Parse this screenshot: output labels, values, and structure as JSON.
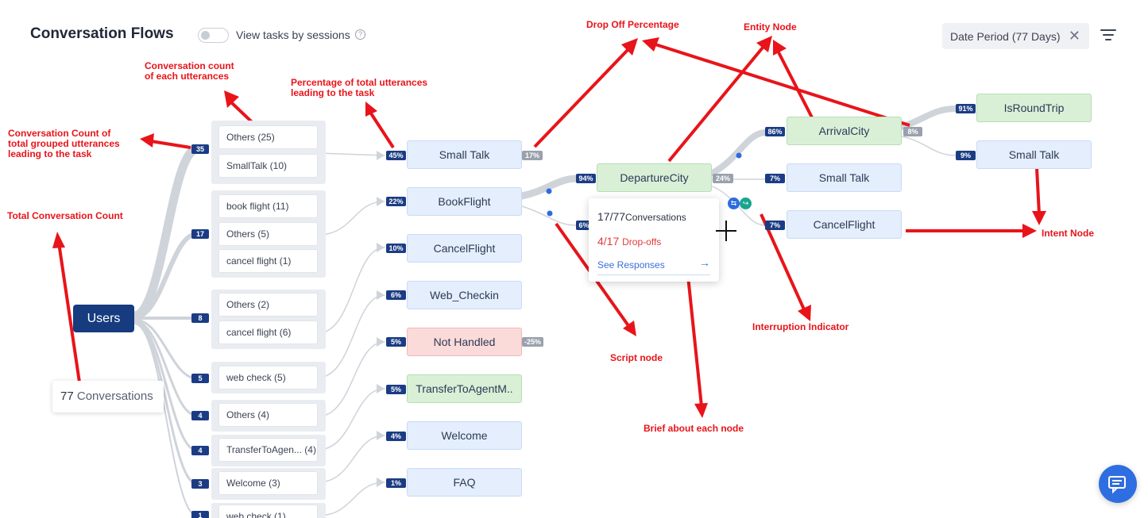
{
  "header": {
    "title": "Conversation Flows",
    "toggle_label": "View tasks by sessions",
    "help_glyph": "?",
    "date_filter": "Date Period (77 Days)",
    "close_glyph": "✕"
  },
  "users": {
    "label": "Users",
    "total_count": "77",
    "total_label": "Conversations"
  },
  "group_counts": [
    "35",
    "17",
    "8",
    "5",
    "4",
    "4",
    "3",
    "1"
  ],
  "utterances": [
    "Others (25)",
    "SmallTalk (10)",
    "book flight (11)",
    "Others (5)",
    "cancel flight (1)",
    "Others (2)",
    "cancel flight (6)",
    "web check (5)",
    "Others (4)",
    "TransferToAgen... (4)",
    "Welcome (3)",
    "web check (1)"
  ],
  "tasks": [
    {
      "label": "Small Talk",
      "pct": "45%",
      "drop": "17%",
      "color": "blue"
    },
    {
      "label": "BookFlight",
      "pct": "22%",
      "color": "blue"
    },
    {
      "label": "CancelFlight",
      "pct": "10%",
      "color": "blue"
    },
    {
      "label": "Web_Checkin",
      "pct": "6%",
      "color": "blue"
    },
    {
      "label": "Not Handled",
      "pct": "5%",
      "drop": "-25%",
      "color": "red"
    },
    {
      "label": "TransferToAgentM..",
      "pct": "5%",
      "color": "green"
    },
    {
      "label": "Welcome",
      "pct": "4%",
      "color": "blue"
    },
    {
      "label": "FAQ",
      "pct": "1%",
      "color": "blue"
    }
  ],
  "level2": {
    "departure": {
      "label": "DepartureCity",
      "pct": "94%",
      "drop": "24%"
    },
    "other_pct": "6%"
  },
  "level3": [
    {
      "label": "ArrivalCity",
      "pct": "86%",
      "drop": "8%",
      "color": "green"
    },
    {
      "label": "Small Talk",
      "pct": "7%",
      "color": "blue"
    },
    {
      "label": "CancelFlight",
      "pct": "7%",
      "color": "blue"
    }
  ],
  "level4": [
    {
      "label": "IsRoundTrip",
      "pct": "91%",
      "color": "green"
    },
    {
      "label": "Small Talk",
      "pct": "9%",
      "color": "blue"
    }
  ],
  "popup": {
    "conversations_value": "17/77",
    "conversations_label": "Conversations",
    "dropoffs_value": "4/17",
    "dropoffs_label": "Drop-offs",
    "link": "See Responses",
    "arrow": "→"
  },
  "annotations": {
    "drop_off": "Drop Off Percentage",
    "entity_node": "Entity Node",
    "conv_count_each": "Conversation count\nof each utterances",
    "pct_total": "Percentage of total utterances\nleading to the task",
    "conv_count_grouped": "Conversation Count of\ntotal grouped utterances\nleading to the task",
    "total_count": "Total Conversation Count",
    "intent_node": "Intent Node",
    "interruption": "Interruption Indicator",
    "script_node": "Script node",
    "brief": "Brief about each node"
  },
  "colors": {
    "accent": "#163b7e",
    "annotation": "#e8141a",
    "intent": "#e4eefc",
    "entity": "#d9f0d7",
    "not_handled": "#fbdada",
    "chat": "#2f6ee0"
  },
  "icons": [
    "help-icon",
    "close-icon",
    "filter-icon",
    "interruption-icon",
    "chat-icon",
    "crosshair-cursor-icon"
  ]
}
